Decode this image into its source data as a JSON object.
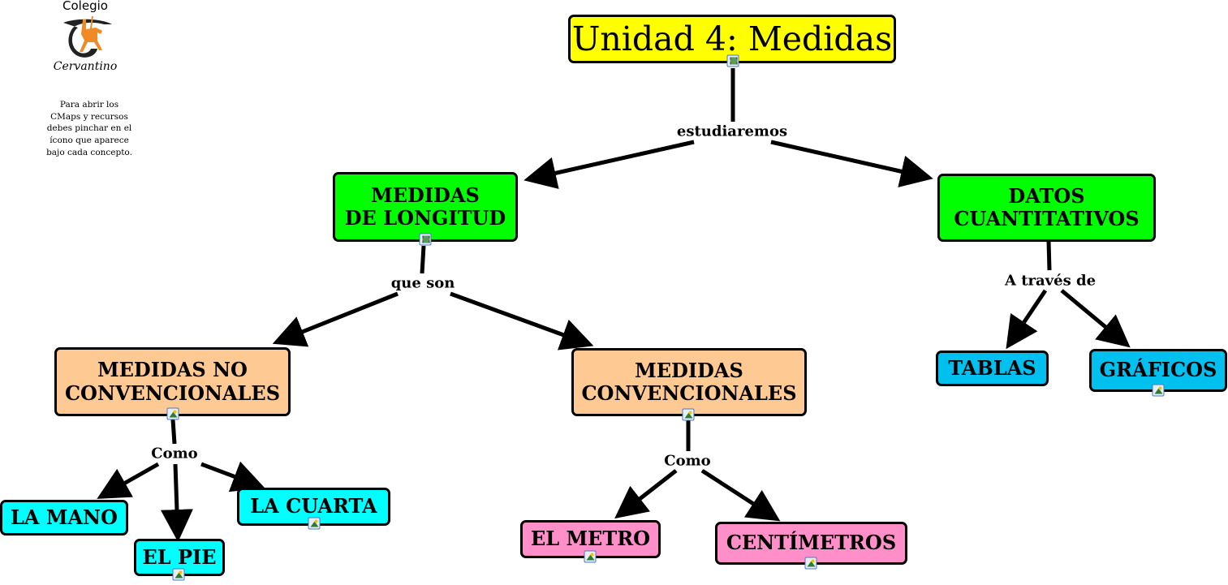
{
  "logo": {
    "top_text": "Colegio",
    "bottom_text": "Cervantino"
  },
  "instructions": "Para abrir los\nCMaps y  recursos\ndebes pinchar en el\nícono que aparece\nbajo cada concepto.",
  "colors": {
    "title": "#ffff00",
    "level1": "#00ff00",
    "level2": "#ffc993",
    "leaf_cyan": "#00ffff",
    "leaf_blue": "#00c0f0",
    "leaf_pink": "#ff8fc8",
    "edge": "#000000"
  },
  "nodes": {
    "title": {
      "label": "Unidad 4: Medidas",
      "resource": "film-icon"
    },
    "longitud": {
      "label": "MEDIDAS\nDE LONGITUD",
      "resource": "film-icon"
    },
    "datos": {
      "label": "DATOS\nCUANTITATIVOS",
      "resource": ""
    },
    "no_conv": {
      "label": "MEDIDAS NO\nCONVENCIONALES",
      "resource": "image-icon"
    },
    "conv": {
      "label": "MEDIDAS\nCONVENCIONALES",
      "resource": "image-icon"
    },
    "tablas": {
      "label": "TABLAS",
      "resource": ""
    },
    "graficos": {
      "label": "GRÁFICOS",
      "resource": "image-icon"
    },
    "mano": {
      "label": "LA MANO",
      "resource": ""
    },
    "pie": {
      "label": "EL PIE",
      "resource": "image-icon"
    },
    "cuarta": {
      "label": "LA CUARTA",
      "resource": "image-icon"
    },
    "metro": {
      "label": "EL METRO",
      "resource": "image-icon"
    },
    "centimetros": {
      "label": "CENTÍMETROS",
      "resource": "image-icon"
    }
  },
  "links": {
    "estudiaremos": "estudiaremos",
    "que_son": "que son",
    "a_traves": "A través de",
    "como_no_conv": "Como",
    "como_conv": "Como"
  }
}
